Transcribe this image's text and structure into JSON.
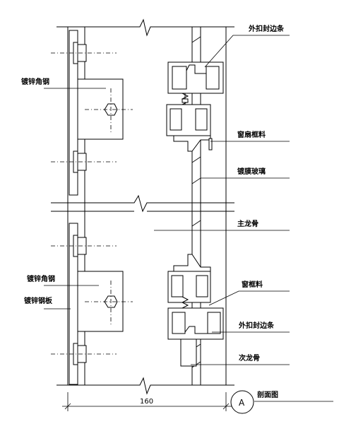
{
  "labels": {
    "outer_cap_strip_top": "外扣封边条",
    "galv_angle_steel_top": "镀锌角钢",
    "sash_frame_top": "窗扇框料",
    "coated_glass": "镀膜玻璃",
    "main_keel": "主龙骨",
    "galv_angle_steel_bottom": "镀锌角钢",
    "galv_steel_plate": "镀锌钢板",
    "window_frame": "窗框料",
    "outer_cap_strip_bottom": "外扣封边条",
    "secondary_keel": "次龙骨",
    "section_view": "剖面图"
  },
  "dimension": "160",
  "section_marker": "A"
}
